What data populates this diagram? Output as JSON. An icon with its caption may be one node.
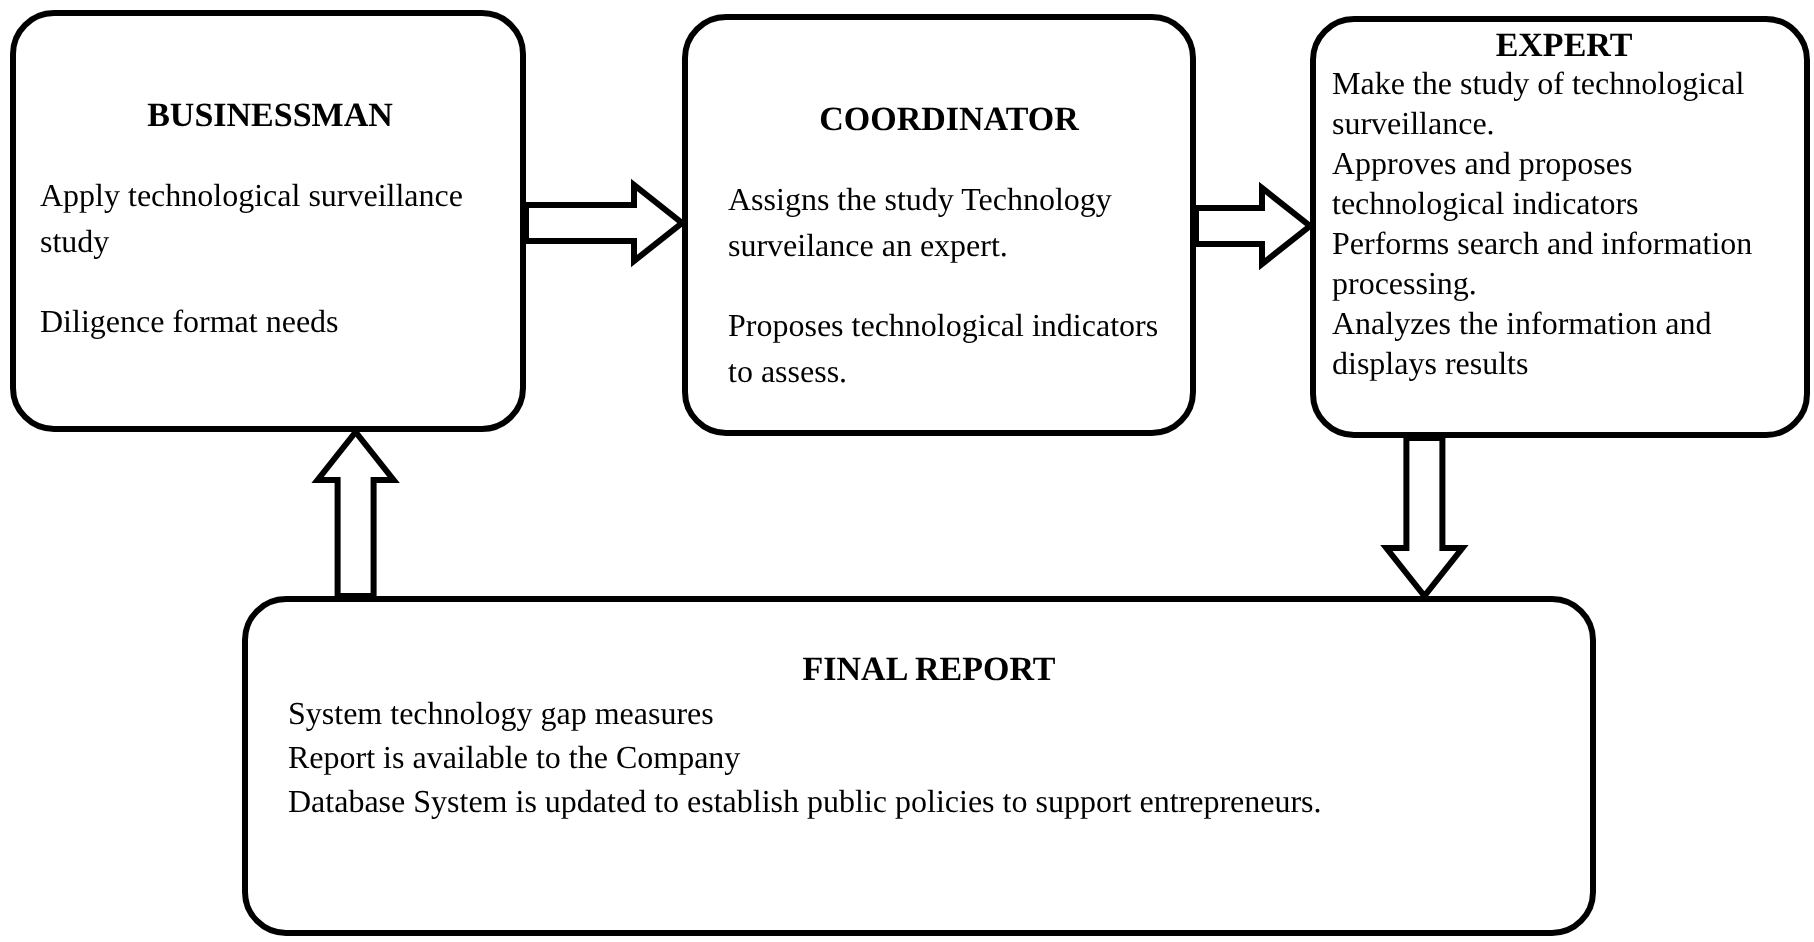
{
  "diagram": {
    "nodes": [
      {
        "text": [
          "BUSINESSMAN",
          "Apply technological surveillance study",
          "Diligence format needs"
        ]
      },
      {
        "text": [
          "COORDINATOR",
          "Assigns the study Technology surveilance an expert.",
          "Proposes technological indicators to assess."
        ]
      },
      {
        "text": [
          "EXPERT",
          "Make the study of technological surveillance.",
          "Approves and proposes technological indicators",
          "Performs search and information processing.",
          "Analyzes the information and displays results"
        ]
      },
      {
        "text": [
          "FINAL REPORT",
          "System technology gap measures",
          "Report is available to the Company",
          "Database System is updated to establish public policies to support entrepreneurs."
        ]
      }
    ],
    "edges": [
      {
        "from": 0,
        "to": 1,
        "arrow": "to"
      },
      {
        "from": 1,
        "to": 2,
        "arrow": "to"
      },
      {
        "from": 2,
        "to": 3,
        "arrow": "to"
      },
      {
        "from": 3,
        "to": 0,
        "arrow": "to"
      }
    ]
  }
}
